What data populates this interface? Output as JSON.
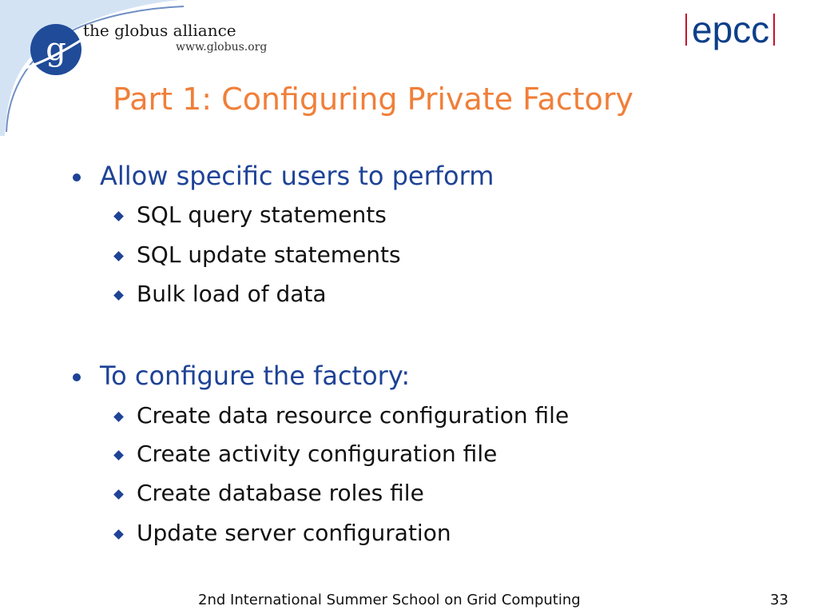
{
  "header": {
    "globus_logo": {
      "name": "the globus alliance",
      "url": "www.globus.org",
      "mark_letter": "g"
    },
    "epcc_logo": {
      "text": "epcc"
    }
  },
  "title": "Part 1: Configuring Private Factory",
  "bullets": [
    {
      "text": "Allow specific users to perform",
      "sub_items": [
        "SQL query statements",
        "SQL update statements",
        "Bulk load of data"
      ]
    },
    {
      "text": "To configure the factory:",
      "sub_items": [
        "Create data resource configuration file",
        "Create activity configuration file",
        "Create database roles file",
        "Update server configuration"
      ]
    }
  ],
  "footer": {
    "text": "2nd International Summer School on Grid Computing",
    "page_number": "33"
  },
  "colors": {
    "title": "#f07f39",
    "bullet_text": "#1e4396",
    "sub_text": "#111111",
    "globus_blue": "#1f4b98",
    "globus_light": "#d4e3f4",
    "epcc_blue": "#0d3f8a",
    "epcc_red": "#c4122f"
  }
}
